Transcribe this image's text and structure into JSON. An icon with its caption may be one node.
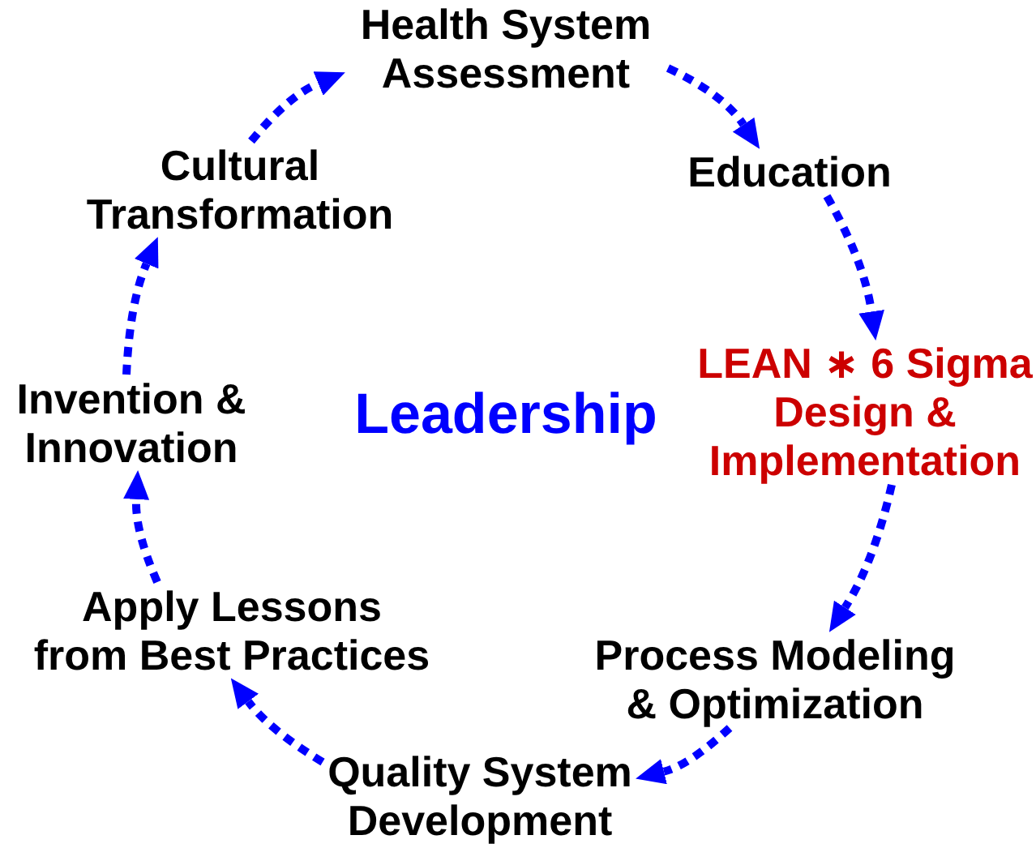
{
  "diagram": {
    "nodes": [
      {
        "text": [
          "Health System Assessment"
        ]
      },
      {
        "text": [
          "Education"
        ]
      },
      {
        "text": [
          "LEAN ∗ 6 Sigma Design & Implementation"
        ]
      },
      {
        "text": [
          "Process Modeling & Optimization"
        ]
      },
      {
        "text": [
          "Quality System Development"
        ]
      },
      {
        "text": [
          "Apply Lessons from Best Practices"
        ]
      },
      {
        "text": [
          "Invention & Innovation"
        ]
      },
      {
        "text": [
          "Cultural Transformation"
        ]
      }
    ],
    "edges": [
      {
        "from": 0,
        "to": 1,
        "arrow": "to"
      },
      {
        "from": 1,
        "to": 2,
        "arrow": "to"
      },
      {
        "from": 2,
        "to": 3,
        "arrow": "to"
      },
      {
        "from": 3,
        "to": 4,
        "arrow": "to"
      },
      {
        "from": 4,
        "to": 5,
        "arrow": "to"
      },
      {
        "from": 5,
        "to": 6,
        "arrow": "to"
      },
      {
        "from": 6,
        "to": 7,
        "arrow": "to"
      },
      {
        "from": 7,
        "to": 0,
        "arrow": "to"
      }
    ],
    "labels": [
      "Leadership"
    ]
  }
}
